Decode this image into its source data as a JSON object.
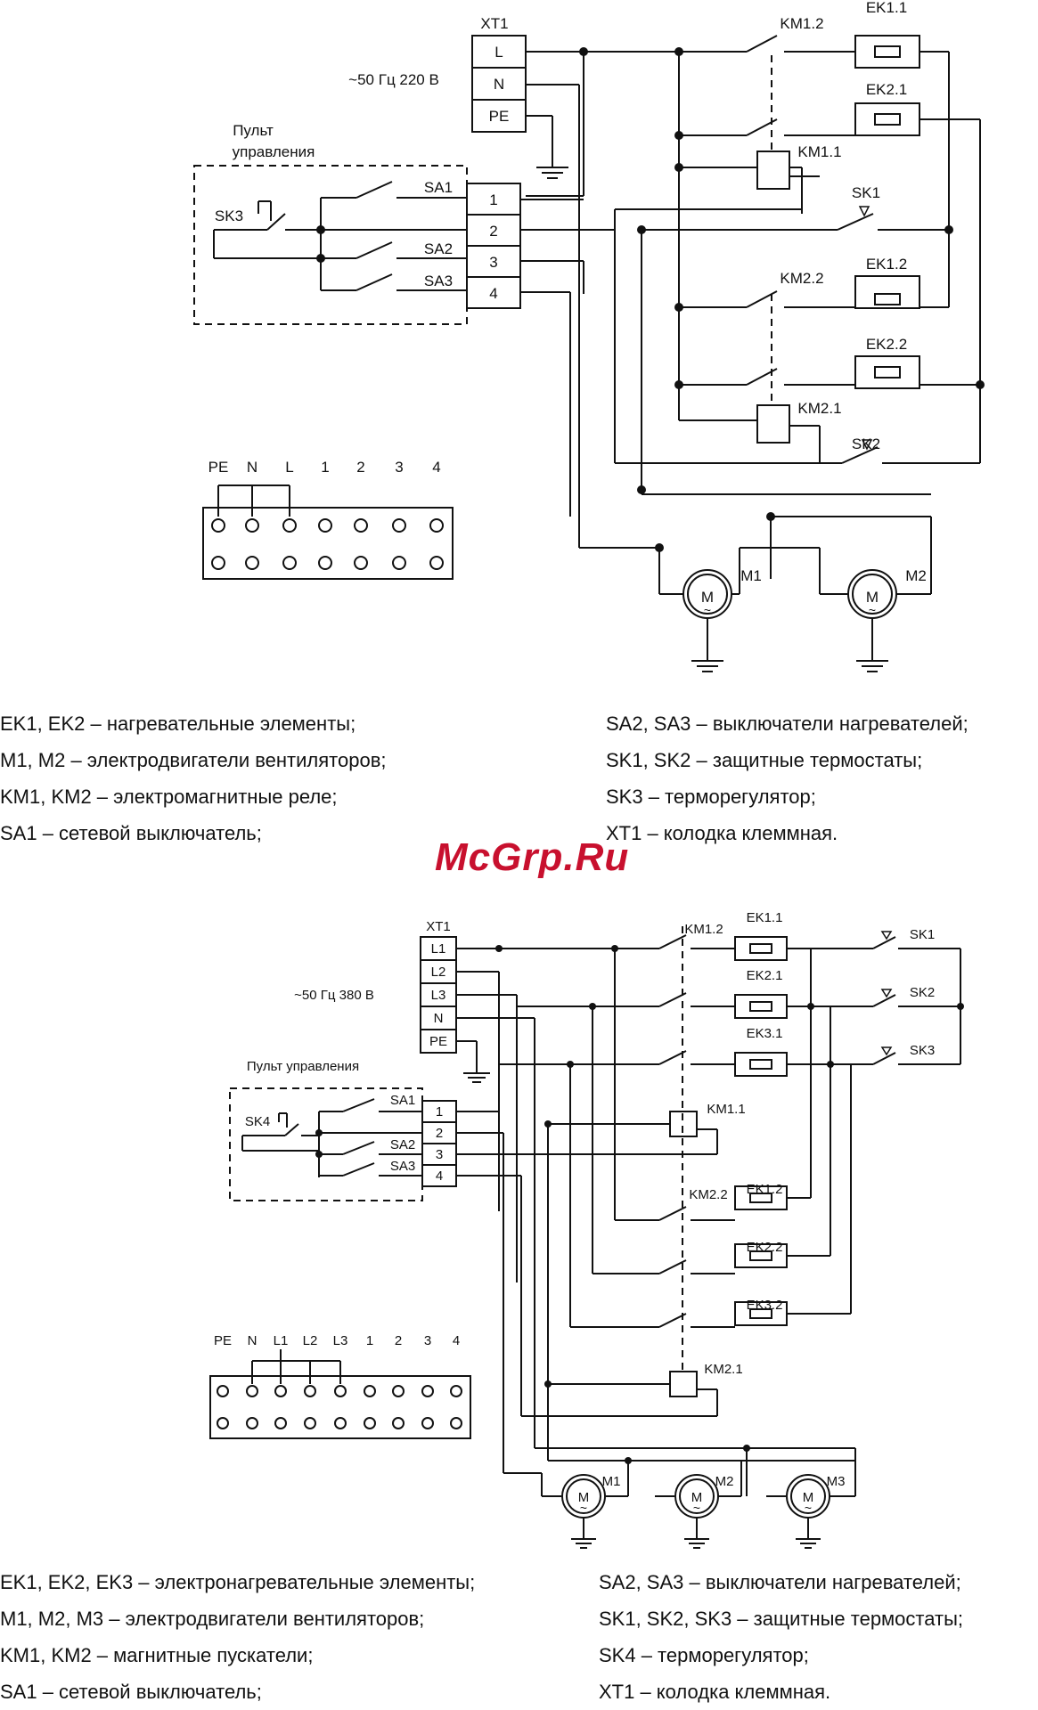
{
  "diagram1": {
    "terminal_block": "XT1",
    "terminals": [
      "L",
      "N",
      "PE"
    ],
    "supply": "~50 Гц 220 В",
    "panel_title": "Пульт управления",
    "panel_line1": "Пульт",
    "panel_line2": "управления",
    "panel_terminals": [
      "1",
      "2",
      "3",
      "4"
    ],
    "sensor": "SK3",
    "switches": [
      "SA1",
      "SA2",
      "SA3"
    ],
    "contacts": [
      "KM1.2",
      "KM1.1",
      "KM2.2",
      "KM2.1"
    ],
    "heaters": [
      "EK1.1",
      "EK2.1",
      "EK1.2",
      "EK2.2"
    ],
    "thermostats": [
      "SK1",
      "SK2"
    ],
    "motors": [
      "M1",
      "M2"
    ],
    "motor_symbol": "M",
    "motor_tilde": "~",
    "strip_labels": [
      "PE",
      "N",
      "L",
      "1",
      "2",
      "3",
      "4"
    ],
    "legend_left": [
      "EK1, EK2 – нагревательные элементы;",
      "M1, M2 – электродвигатели вентиляторов;",
      "KM1, KM2 – электромагнитные реле;",
      "SA1 – сетевой выключатель;"
    ],
    "legend_right": [
      "SA2, SA3 – выключатели нагревателей;",
      "SK1, SK2 – защитные термостаты;",
      "SK3 – терморегулятор;",
      "XT1 – колодка клеммная."
    ]
  },
  "watermark": "McGrp.Ru",
  "diagram2": {
    "terminal_block": "XT1",
    "terminals": [
      "L1",
      "L2",
      "L3",
      "N",
      "PE"
    ],
    "supply": "~50 Гц 380 В",
    "panel_title": "Пульт управления",
    "panel_terminals": [
      "1",
      "2",
      "3",
      "4"
    ],
    "sensor": "SK4",
    "switches": [
      "SA1",
      "SA2",
      "SA3"
    ],
    "contacts": [
      "KM1.2",
      "KM1.1",
      "KM2.2",
      "KM2.1"
    ],
    "heaters": [
      "EK1.1",
      "EK2.1",
      "EK3.1",
      "EK1.2",
      "EK2.2",
      "EK3.2"
    ],
    "thermostats": [
      "SK1",
      "SK2",
      "SK3"
    ],
    "motors": [
      "M1",
      "M2",
      "M3"
    ],
    "strip_labels": [
      "PE",
      "N",
      "L1",
      "L2",
      "L3",
      "1",
      "2",
      "3",
      "4"
    ],
    "legend_left": [
      "EK1, EK2, EK3 – электронагревательные элементы;",
      "M1, M2, M3 – электродвигатели вентиляторов;",
      "KM1, KM2 – магнитные пускатели;",
      "SA1 – сетевой выключатель;"
    ],
    "legend_right": [
      "SA2, SA3 – выключатели нагревателей;",
      "SK1, SK2, SK3 – защитные термостаты;",
      "SK4 – терморегулятор;",
      "XT1 – колодка клеммная."
    ]
  }
}
